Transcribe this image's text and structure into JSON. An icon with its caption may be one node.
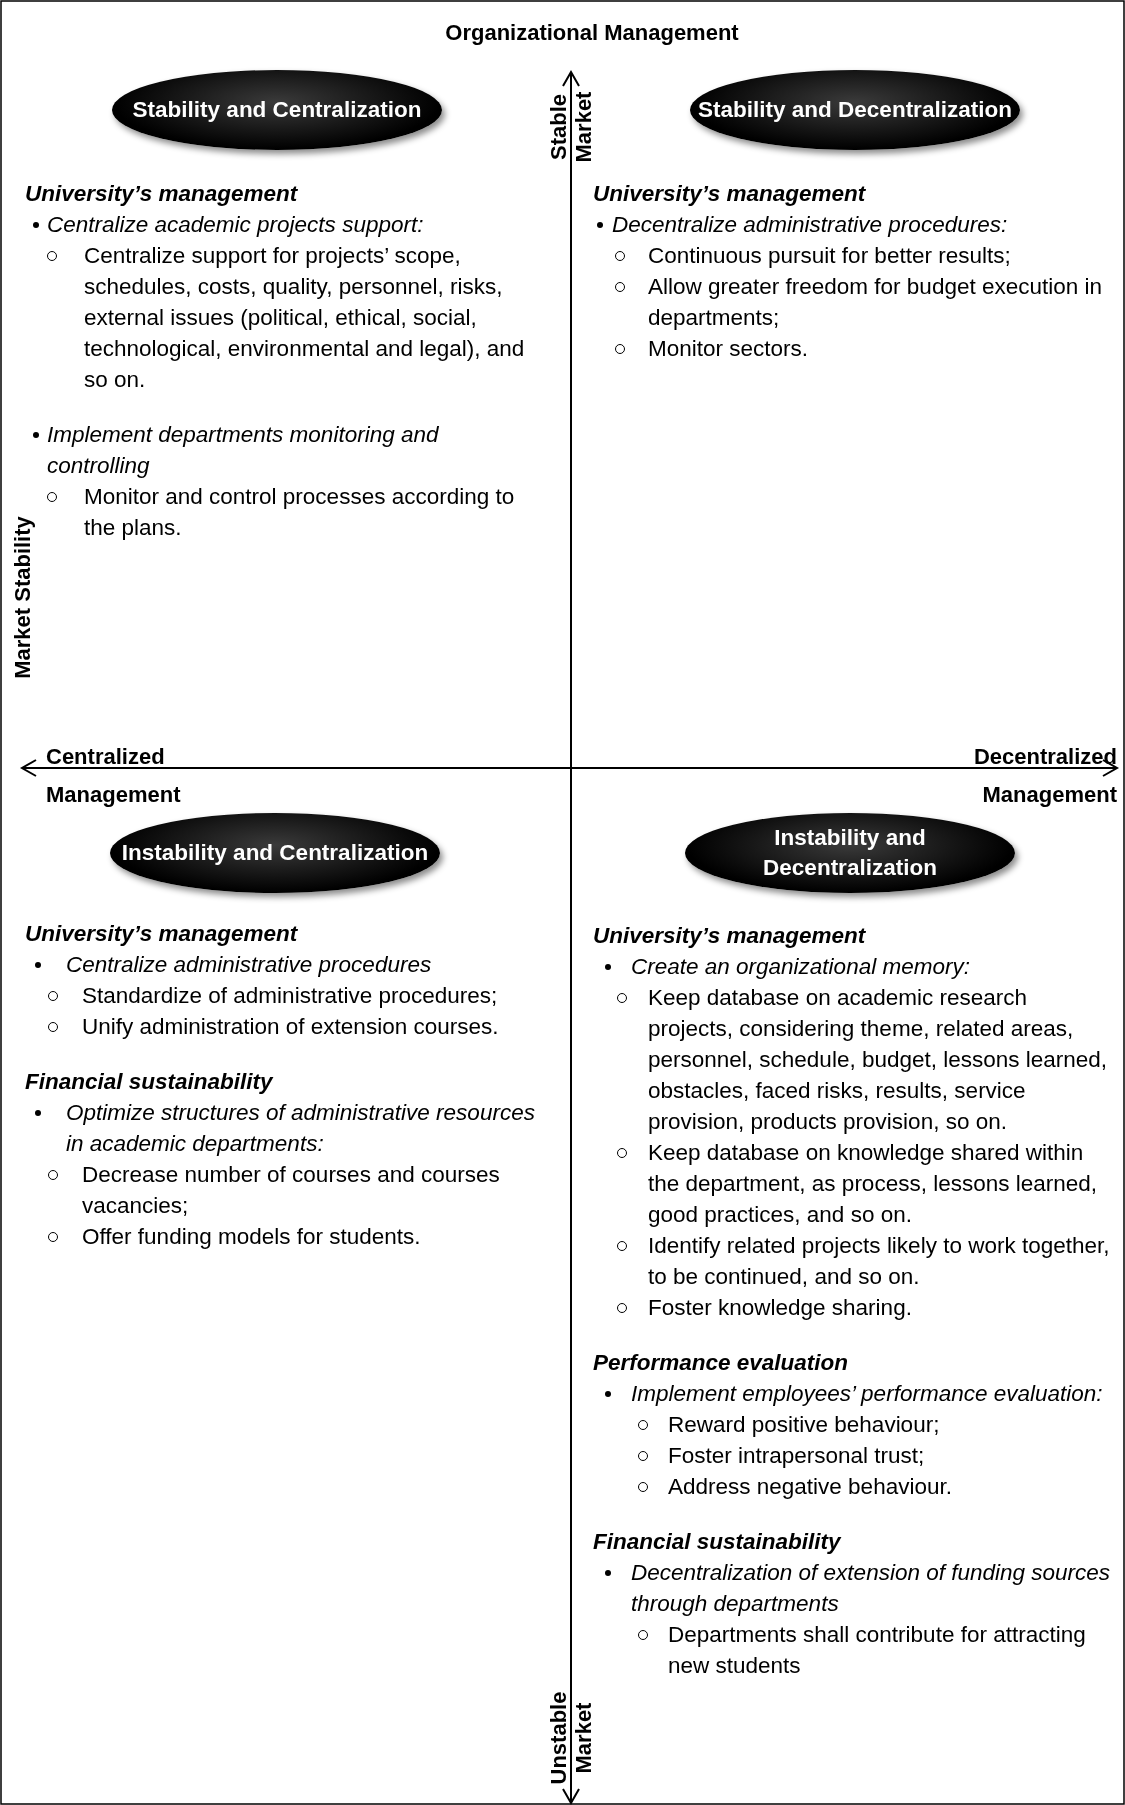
{
  "diagram": {
    "title": "Organizational Management",
    "nodes": [
      {
        "text": [
          "Stability and Centralization"
        ]
      },
      {
        "text": [
          "Stability and Decentralization"
        ]
      },
      {
        "text": [
          "Instability and Centralization"
        ]
      },
      {
        "text": [
          "Instability and Decentralization"
        ]
      }
    ],
    "labels": [
      "Stable Market",
      "University’s management",
      "Centralize academic projects support:",
      "Centralize support for projects’ scope, schedules, costs, quality, personnel, risks, external issues (political, ethical, social, technological, environmental and legal), and so on.",
      "Implement departments monitoring and controlling",
      "Monitor and control processes according to the plans.",
      "University’s management",
      "Decentralize administrative procedures:",
      "Continuous pursuit for better results;",
      "Allow greater freedom for budget execution in departments;",
      "Monitor sectors.",
      "Market Stability",
      "Centralized Management",
      "Decentralized Management",
      "University’s management",
      "Centralize administrative procedures",
      "Standardize of administrative procedures;",
      "Unify administration of extension courses.",
      "Financial sustainability",
      "Optimize structures of administrative resources in academic departments:",
      "Decrease number of courses and courses vacancies;",
      "Offer funding models for students.",
      "University’s management",
      "Create an organizational memory:",
      "Keep database on academic research projects, considering theme, related areas, personnel, schedule, budget, lessons learned, obstacles, faced risks, results, service provision, products provision, so on.",
      "Keep database on knowledge shared within the department, as process, lessons learned, good practices, and so on.",
      "Identify related projects likely to work together, to be continued, and so on.",
      "Foster knowledge sharing.",
      "Performance evaluation",
      "Implement employees’ performance evaluation:",
      "Reward positive behaviour;",
      "Foster intrapersonal trust;",
      "Address negative behaviour.",
      "Financial sustainability",
      "Decentralization of extension of funding sources through departments",
      "Departments shall contribute for attracting new students",
      "Unstable Market"
    ]
  }
}
